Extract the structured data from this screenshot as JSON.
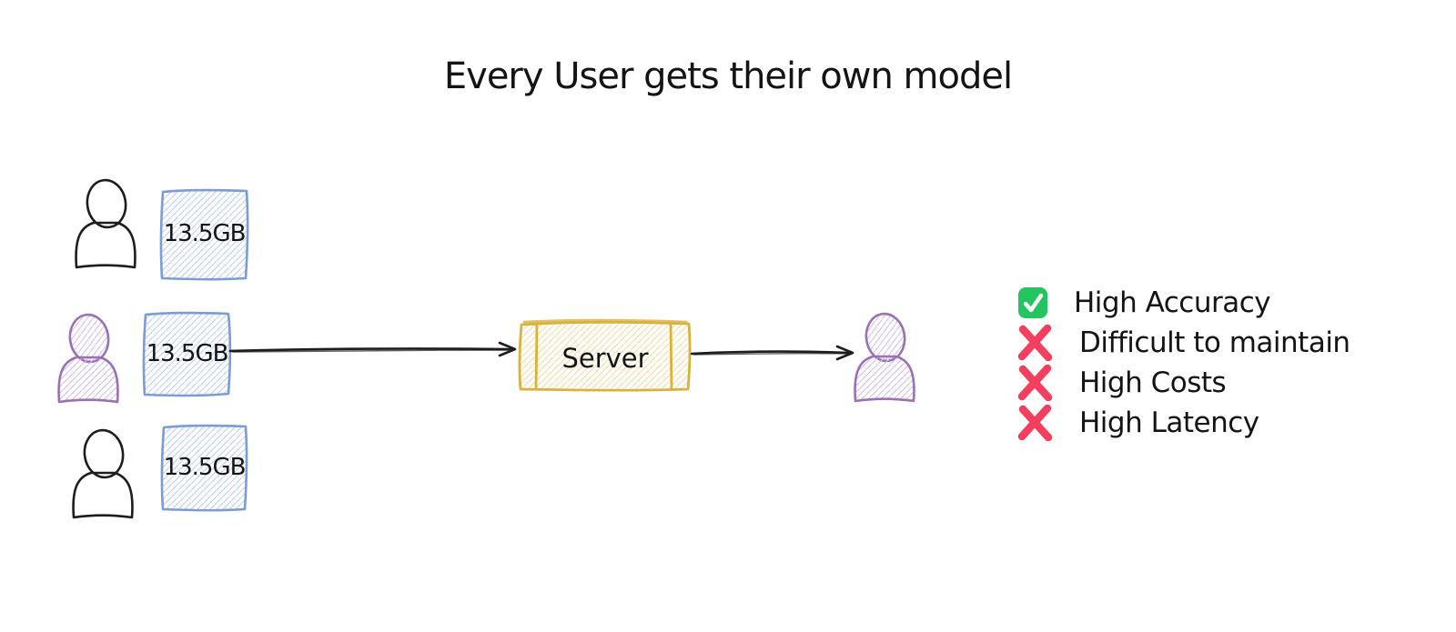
{
  "title": "Every User gets their own model",
  "left_users": [
    {
      "user_color": "black",
      "model_size": "13.5GB"
    },
    {
      "user_color": "purple",
      "model_size": "13.5GB"
    },
    {
      "user_color": "black",
      "model_size": "13.5GB"
    }
  ],
  "server": {
    "label": "Server"
  },
  "right_user": {
    "user_color": "purple"
  },
  "legend": {
    "items": [
      {
        "icon": "check-icon",
        "label": "High Accuracy"
      },
      {
        "icon": "cross-icon",
        "label": "Difficult to maintain"
      },
      {
        "icon": "cross-icon",
        "label": "High Costs"
      },
      {
        "icon": "cross-icon",
        "label": "High Latency"
      }
    ]
  },
  "colors": {
    "box_blue_stroke": "#7b9cd4",
    "box_blue_hatch": "#bcd0f0",
    "server_gold_stroke": "#d9b23e",
    "server_gold_hatch": "#f0dfa8",
    "user_purple_stroke": "#9b70b5",
    "user_purple_hatch": "#d2bce4",
    "check_green": "#22c55e",
    "cross_red": "#f43f5e",
    "ink": "#1d1d1d",
    "background": "#ffffff"
  }
}
